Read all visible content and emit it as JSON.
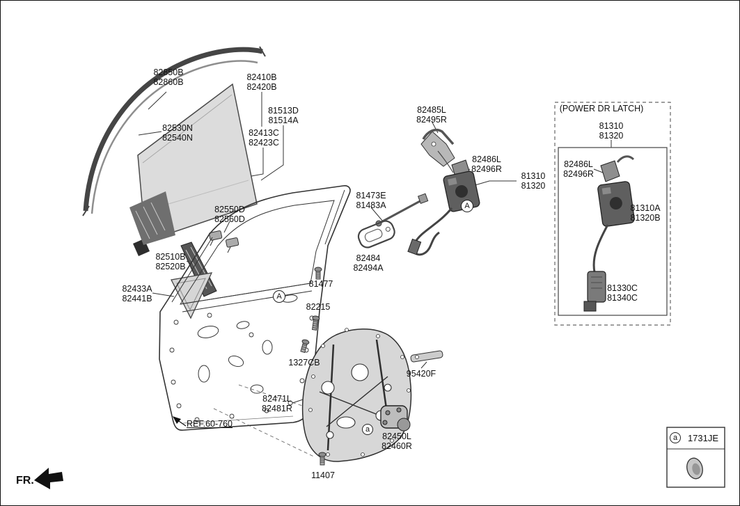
{
  "diagram": {
    "fr_label": "FR.",
    "ref_label": "REF.60-760",
    "power_box_title": "(POWER DR LATCH)",
    "legend": {
      "callout": "a",
      "code": "1731JE"
    },
    "callouts": {
      "A": "A",
      "a": "a"
    },
    "parts": {
      "glass_run": {
        "line1": "82850B",
        "line2": "82860B"
      },
      "run_strip": {
        "line1": "82530N",
        "line2": "82540N"
      },
      "glass_upper": {
        "line1": "82410B",
        "line2": "82420B"
      },
      "glass_grip": {
        "line1": "81513D",
        "line2": "81514A"
      },
      "glass_channel": {
        "line1": "82413C",
        "line2": "82423C"
      },
      "outside_handle_rod": {
        "line1": "82485L",
        "line2": "82495R"
      },
      "power_latch_top": {
        "line1": "81310",
        "line2": "81320"
      },
      "latch_bracket": {
        "line1": "82486L",
        "line2": "82496R"
      },
      "latch_assy": {
        "line1": "81310",
        "line2": "81320"
      },
      "inside_handle_rod": {
        "line1": "81473E",
        "line2": "81483A"
      },
      "glass_holder": {
        "line1": "82550D",
        "line2": "82560D"
      },
      "power_bracket": {
        "line1": "82486L",
        "line2": "82496R"
      },
      "power_latch_body": {
        "line1": "81310A",
        "line2": "81320B"
      },
      "belt_strip": {
        "line1": "82510B",
        "line2": "82520B"
      },
      "handle_base": {
        "line1": "82484",
        "line2": "82494A"
      },
      "delta_cover": {
        "line1": "82433A",
        "line2": "82441B"
      },
      "bolt_81477": "81477",
      "power_cable": {
        "line1": "81330C",
        "line2": "81340C"
      },
      "screw_82215": "82215",
      "bolt_1327cb": "1327CB",
      "part_95420f": "95420F",
      "module_panel": {
        "line1": "82471L",
        "line2": "82481R"
      },
      "motor": {
        "line1": "82450L",
        "line2": "82460R"
      },
      "screw_11407": "11407"
    }
  }
}
